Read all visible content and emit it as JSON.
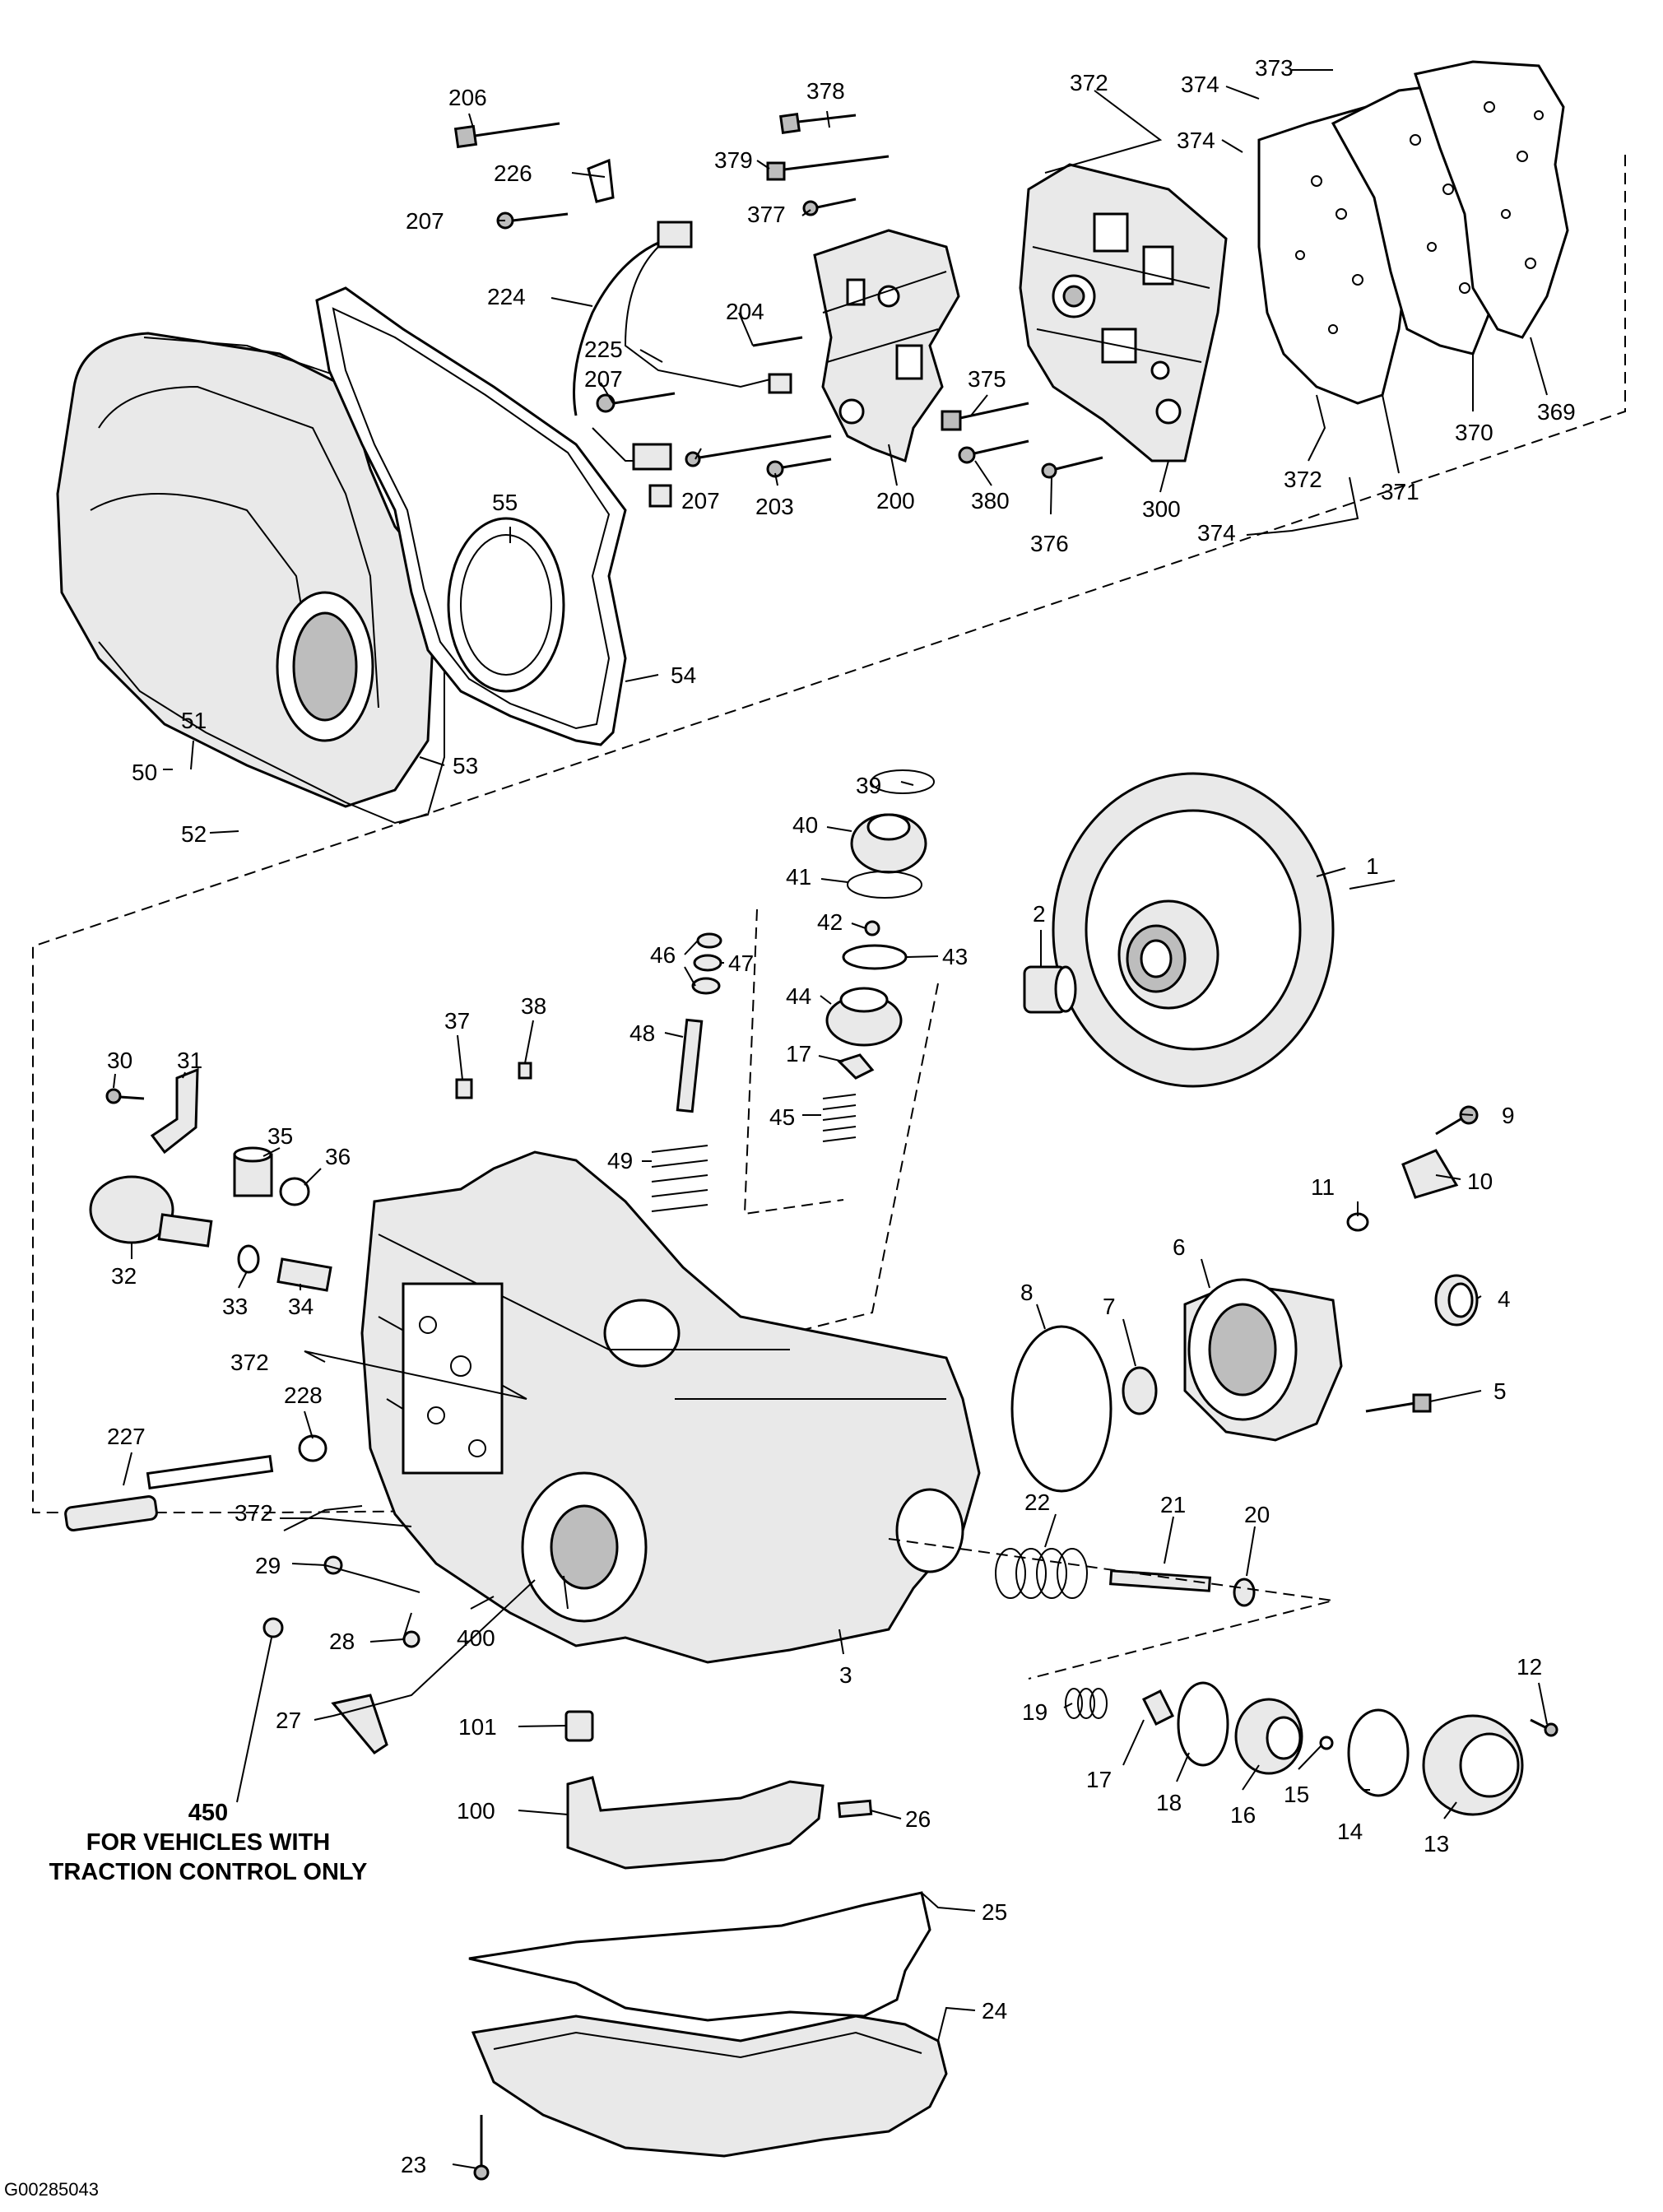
{
  "figure_code": "G00285043",
  "traction_note": {
    "number": "450",
    "line1": "FOR VEHICLES WITH",
    "line2": "TRACTION CONTROL ONLY"
  },
  "callouts": {
    "c1": "1",
    "c2": "2",
    "c3": "3",
    "c4": "4",
    "c5": "5",
    "c6": "6",
    "c7": "7",
    "c8": "8",
    "c9": "9",
    "c10": "10",
    "c11": "11",
    "c12": "12",
    "c13": "13",
    "c14": "14",
    "c15": "15",
    "c16": "16",
    "c17a": "17",
    "c17b": "17",
    "c18": "18",
    "c19": "19",
    "c20": "20",
    "c21": "21",
    "c22": "22",
    "c23": "23",
    "c24": "24",
    "c25": "25",
    "c26": "26",
    "c27": "27",
    "c28": "28",
    "c29": "29",
    "c30": "30",
    "c31": "31",
    "c32": "32",
    "c33": "33",
    "c34": "34",
    "c35": "35",
    "c36": "36",
    "c37": "37",
    "c38": "38",
    "c39": "39",
    "c40": "40",
    "c41": "41",
    "c42": "42",
    "c43": "43",
    "c44": "44",
    "c45": "45",
    "c46": "46",
    "c47": "47",
    "c48": "48",
    "c49": "49",
    "c50": "50",
    "c51": "51",
    "c52": "52",
    "c53": "53",
    "c54": "54",
    "c55": "55",
    "c100": "100",
    "c101": "101",
    "c200": "200",
    "c203": "203",
    "c204": "204",
    "c206": "206",
    "c207a": "207",
    "c207b": "207",
    "c207c": "207",
    "c224": "224",
    "c225": "225",
    "c226": "226",
    "c227": "227",
    "c228": "228",
    "c300": "300",
    "c369": "369",
    "c370": "370",
    "c371": "371",
    "c372a": "372",
    "c372b": "372",
    "c372c": "372",
    "c372d": "372",
    "c373": "373",
    "c374a": "374",
    "c374b": "374",
    "c374c": "374",
    "c375": "375",
    "c376": "376",
    "c377": "377",
    "c378": "378",
    "c379": "379",
    "c380": "380",
    "c400": "400"
  }
}
